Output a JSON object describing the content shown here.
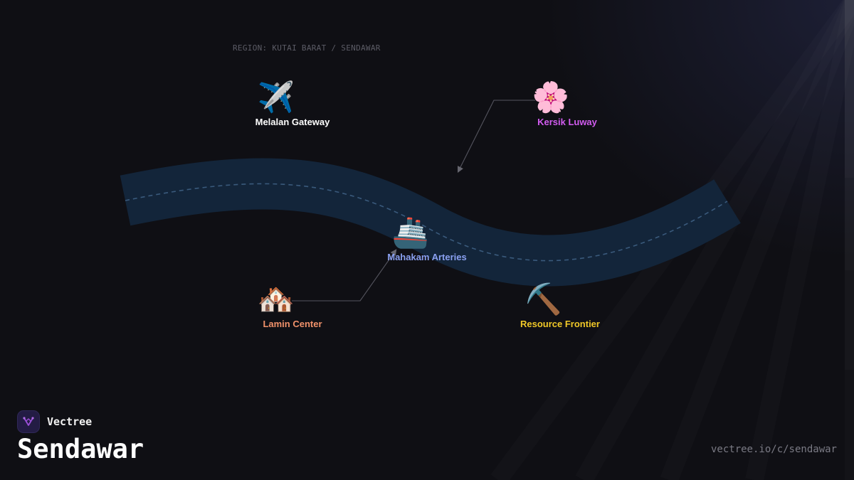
{
  "region_label": "REGION: KUTAI BARAT / SENDAWAR",
  "nodes": [
    {
      "id": "melalan",
      "label": "Melalan Gateway",
      "icon": "airplane-icon",
      "glyph": "✈️",
      "color": "#ffffff"
    },
    {
      "id": "kersik",
      "label": "Kersik Luway",
      "icon": "flower-icon",
      "glyph": "🌸",
      "color": "#d25cf0"
    },
    {
      "id": "mahakam",
      "label": "Mahakam Arteries",
      "icon": "ship-icon",
      "glyph": "🚢",
      "color": "#8aa0f0"
    },
    {
      "id": "lamin",
      "label": "Lamin Center",
      "icon": "houses-icon",
      "glyph": "🏘️",
      "color": "#f0916a"
    },
    {
      "id": "resource",
      "label": "Resource Frontier",
      "icon": "pickaxe-icon",
      "glyph": "⛏️",
      "color": "#f0c828"
    }
  ],
  "brand": {
    "name": "Vectree",
    "logo_icon": "vectree-logo-icon"
  },
  "title": "Sendawar",
  "url": "vectree.io/c/sendawar",
  "colors": {
    "background": "#0f0f14",
    "river": "#13253a",
    "river_dash": "#3a5a7c",
    "connector": "#55555f",
    "brand_accent": "#9b4fd8"
  }
}
